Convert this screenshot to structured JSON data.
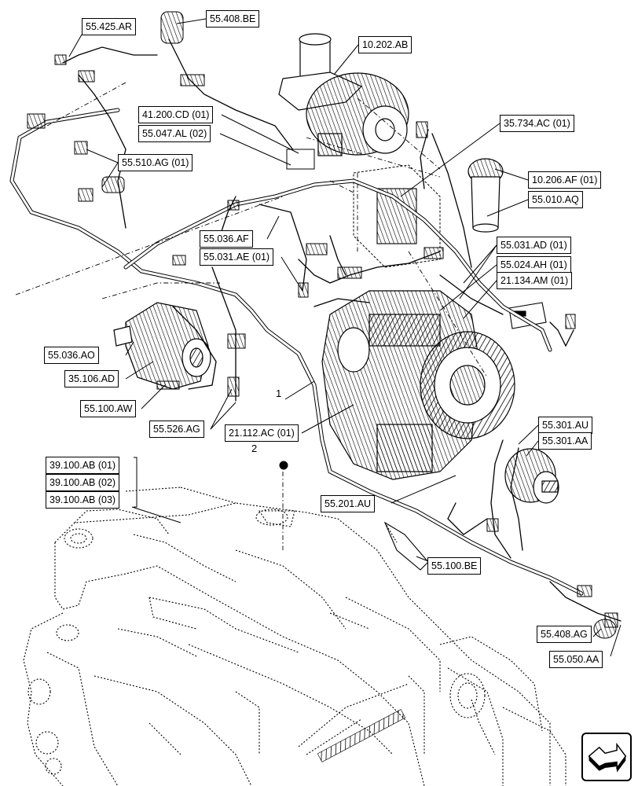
{
  "callouts": {
    "c_55_425_AR": "55.425.AR",
    "c_55_408_BE": "55.408.BE",
    "c_10_202_AB": "10.202.AB",
    "c_41_200_CD": "41.200.CD (01)",
    "c_55_047_AL": "55.047.AL (02)",
    "c_35_734_AC": "35.734.AC (01)",
    "c_55_510_AG": "55.510.AG (01)",
    "c_10_206_AF": "10.206.AF (01)",
    "c_55_010_AQ": "55.010.AQ",
    "c_55_036_AF": "55.036.AF",
    "c_55_031_AD": "55.031.AD (01)",
    "c_55_031_AE": "55.031.AE (01)",
    "c_55_024_AH": "55.024.AH (01)",
    "c_21_134_AM": "21.134.AM (01)",
    "c_55_036_AO": "55.036.AO",
    "c_35_106_AD": "35.106.AD",
    "c_55_100_AW": "55.100.AW",
    "c_55_526_AG": "55.526.AG",
    "c_21_112_AC": "21.112.AC (01)",
    "c_55_301_AU": "55.301.AU",
    "c_55_301_AA": "55.301.AA",
    "c_39_100_AB_01": "39.100.AB (01)",
    "c_39_100_AB_02": "39.100.AB (02)",
    "c_39_100_AB_03": "39.100.AB (03)",
    "c_55_201_AU": "55.201.AU",
    "c_55_100_BE": "55.100.BE",
    "c_55_408_AG": "55.408.AG",
    "c_55_050_AA": "55.050.AA"
  },
  "item_tags": {
    "item_1": "1",
    "item_2": "2"
  },
  "icons": {
    "navigation": "next-page-arrow-icon"
  }
}
